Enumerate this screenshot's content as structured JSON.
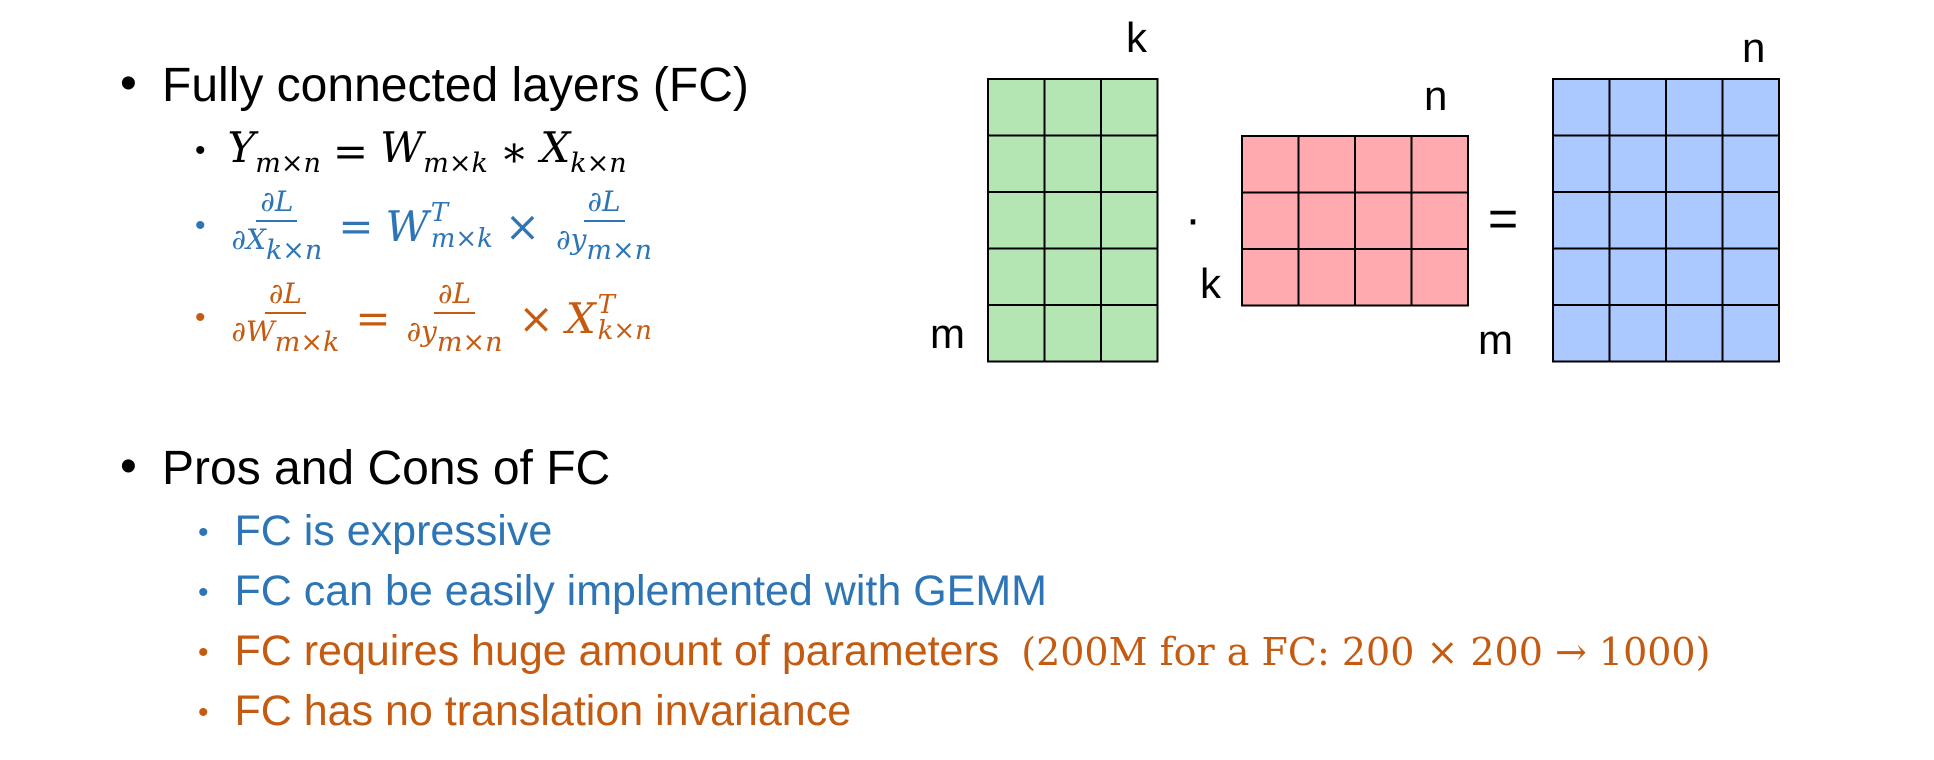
{
  "section_fc": {
    "heading": "Fully connected layers (FC)",
    "eq_forward": {
      "Y": "Y",
      "Y_sub": "m×n",
      "eq": "=",
      "W": "W",
      "W_sub": "m×k",
      "op": "∗",
      "X": "X",
      "X_sub": "k×n"
    },
    "eq_grad_x": {
      "num": "∂L",
      "den": "∂X",
      "den_sub": "k×n",
      "eq": "=",
      "W": "W",
      "W_sup": "T",
      "W_sub": "m×k",
      "times": "×",
      "num2": "∂L",
      "den2": "∂y",
      "den2_sub": "m×n"
    },
    "eq_grad_w": {
      "num": "∂L",
      "den": "∂W",
      "den_sub": "m×k",
      "eq": "=",
      "num2": "∂L",
      "den2": "∂y",
      "den2_sub": "m×n",
      "times": "×",
      "X": "X",
      "X_sup": "T",
      "X_sub": "k×n"
    }
  },
  "matrix_diagram": {
    "matrix_w": {
      "rows": 5,
      "cols": 3,
      "color": "#b3e6b3",
      "top_label": "k",
      "left_label": "m"
    },
    "dot_operator": "·",
    "matrix_x": {
      "rows": 3,
      "cols": 4,
      "color": "#ffaaaf",
      "top_label": "n",
      "left_label": "k"
    },
    "equals_operator": "=",
    "matrix_y": {
      "rows": 5,
      "cols": 4,
      "color": "#abc9ff",
      "top_label": "n",
      "left_label": "m"
    }
  },
  "section_pros_cons": {
    "heading": "Pros and Cons of FC",
    "items": [
      {
        "text": "FC is expressive",
        "color": "#2e75b6"
      },
      {
        "text": "FC can be easily implemented with GEMM",
        "color": "#2e75b6"
      },
      {
        "text": "FC requires huge amount of parameters",
        "math": "(200M for a FC:  200 × 200 → 1000)",
        "color": "#c55a11"
      },
      {
        "text": "FC has no translation invariance",
        "color": "#c55a11"
      }
    ]
  },
  "colors": {
    "blue": "#2e75b6",
    "orange": "#c55a11",
    "grid_line": "#000000"
  }
}
